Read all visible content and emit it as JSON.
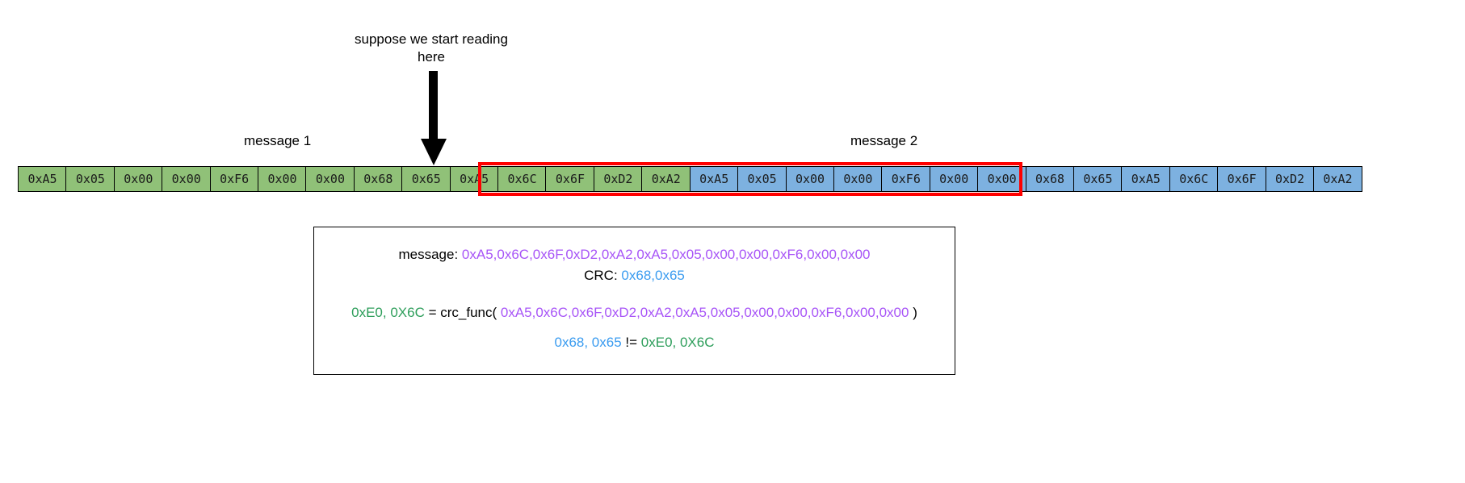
{
  "annotation": {
    "note_text": "suppose we start reading\nhere",
    "arrow_icon": "down-arrow-icon"
  },
  "strip": {
    "label_message_1": "message 1",
    "label_message_2": "message 2",
    "colors": {
      "green": "#90c178",
      "blue": "#7db1e0",
      "highlight": "#ff0000",
      "cell_border": "#000000"
    },
    "cells": [
      {
        "value": "0xA5",
        "color": "green",
        "in_window": false
      },
      {
        "value": "0x05",
        "color": "green",
        "in_window": false
      },
      {
        "value": "0x00",
        "color": "green",
        "in_window": false
      },
      {
        "value": "0x00",
        "color": "green",
        "in_window": false
      },
      {
        "value": "0xF6",
        "color": "green",
        "in_window": false
      },
      {
        "value": "0x00",
        "color": "green",
        "in_window": false
      },
      {
        "value": "0x00",
        "color": "green",
        "in_window": false
      },
      {
        "value": "0x68",
        "color": "green",
        "in_window": false
      },
      {
        "value": "0x65",
        "color": "green",
        "in_window": false
      },
      {
        "value": "0xA5",
        "color": "green",
        "in_window": true
      },
      {
        "value": "0x6C",
        "color": "green",
        "in_window": true
      },
      {
        "value": "0x6F",
        "color": "green",
        "in_window": true
      },
      {
        "value": "0xD2",
        "color": "green",
        "in_window": true
      },
      {
        "value": "0xA2",
        "color": "green",
        "in_window": true
      },
      {
        "value": "0xA5",
        "color": "blue",
        "in_window": true
      },
      {
        "value": "0x05",
        "color": "blue",
        "in_window": true
      },
      {
        "value": "0x00",
        "color": "blue",
        "in_window": true
      },
      {
        "value": "0x00",
        "color": "blue",
        "in_window": true
      },
      {
        "value": "0xF6",
        "color": "blue",
        "in_window": true
      },
      {
        "value": "0x00",
        "color": "blue",
        "in_window": true
      },
      {
        "value": "0x00",
        "color": "blue",
        "in_window": true
      },
      {
        "value": "0x68",
        "color": "blue",
        "in_window": true
      },
      {
        "value": "0x65",
        "color": "blue",
        "in_window": true
      },
      {
        "value": "0xA5",
        "color": "blue",
        "in_window": false
      },
      {
        "value": "0x6C",
        "color": "blue",
        "in_window": false
      },
      {
        "value": "0x6F",
        "color": "blue",
        "in_window": false
      },
      {
        "value": "0xD2",
        "color": "blue",
        "in_window": false
      },
      {
        "value": "0xA2",
        "color": "blue",
        "in_window": false
      }
    ]
  },
  "explanation": {
    "message_label": "message: ",
    "message_bytes": "0xA5,0x6C,0x6F,0xD2,0xA2,0xA5,0x05,0x00,0x00,0xF6,0x00,0x00",
    "crc_label": "CRC: ",
    "crc_bytes": "0x68,0x65",
    "computed_crc": "0xE0, 0X6C",
    "func_equals": " = crc_func( ",
    "func_args": "0xA5,0x6C,0x6F,0xD2,0xA2,0xA5,0x05,0x00,0x00,0xF6,0x00,0x00",
    "func_close": " )",
    "compare_left": "0x68, 0x65",
    "compare_operator": " != ",
    "compare_right": "0xE0, 0X6C",
    "colors": {
      "message": "#a855f7",
      "crc": "#3b9cf0",
      "computed": "#2e9e5b",
      "plain": "#000000"
    }
  }
}
